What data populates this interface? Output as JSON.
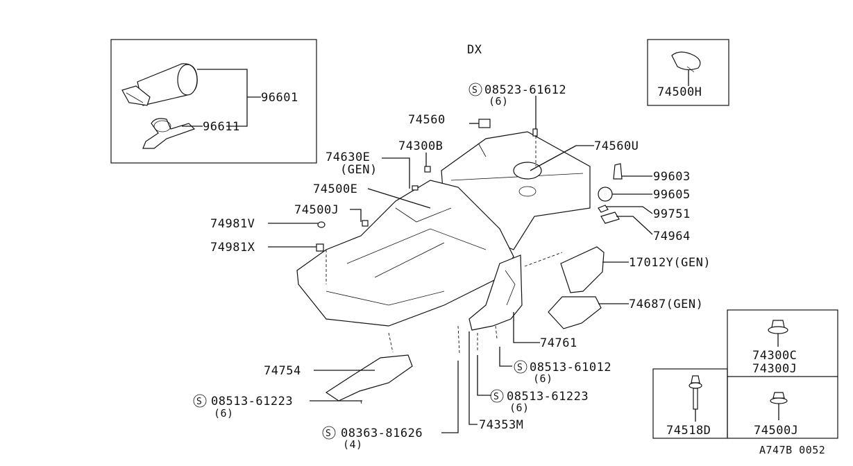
{
  "variant": "DX",
  "diagram_code": "A747B 0052",
  "parts": {
    "p96601": "96601",
    "p96611": "96611",
    "p74500H": "74500H",
    "p08523": "08523-61612",
    "p08523_qty": "(6)",
    "p74560": "74560",
    "p74560U": "74560U",
    "p74630E": "74630E",
    "p74630E_note": "(GEN)",
    "p74300B": "74300B",
    "p74500E": "74500E",
    "p74500J": "74500J",
    "p74981V": "74981V",
    "p74981X": "74981X",
    "p99603": "99603",
    "p99605": "99605",
    "p99751": "99751",
    "p74964": "74964",
    "p17012Y": "17012Y(GEN)",
    "p74687": "74687(GEN)",
    "p74761": "74761",
    "p08513_61012": "08513-61012",
    "p08513_61012_qty": "(6)",
    "p08513_61223_r": "08513-61223",
    "p08513_61223_r_qty": "(6)",
    "p74353M": "74353M",
    "p08363": "08363-81626",
    "p08363_qty": "(4)",
    "p74754": "74754",
    "p08513_61223_l": "08513-61223",
    "p08513_61223_l_qty": "(6)",
    "p74300C": "74300C",
    "p74300J": "74300J",
    "p74518D": "74518D",
    "p74500J_box": "74500J"
  },
  "symbols": {
    "screw": "S"
  },
  "icons": [
    "screw-symbol-icon"
  ]
}
